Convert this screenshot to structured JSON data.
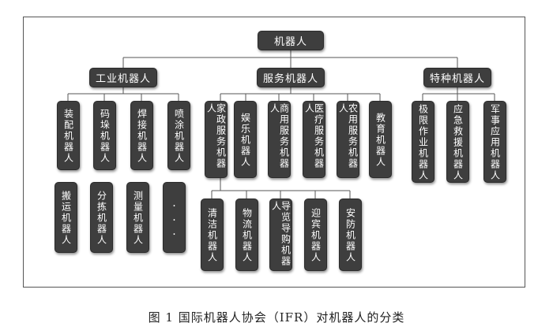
{
  "root": "机器人",
  "categories": {
    "industrial": {
      "label": "工业机器人",
      "items_row1": [
        "装配机器人",
        "码垛机器人",
        "焊接机器人",
        "喷涂机器人"
      ],
      "items_row2": [
        "搬运机器人",
        "分拣机器人",
        "测量机器人",
        "..."
      ]
    },
    "service": {
      "label": "服务机器人",
      "items_row1": [
        "家政服务机器人",
        "娱乐机器人",
        "商用服务机器人",
        "医疗服务机器人",
        "农用服务机器人",
        "教育机器人"
      ],
      "items_row2": [
        "清洁机器人",
        "物流机器人",
        "导览导购机器人",
        "迎宾机器人",
        "安防机器人"
      ]
    },
    "special": {
      "label": "特种机器人",
      "items_row1": [
        "极限作业机器人",
        "应急救援机器人",
        "军事应用机器人"
      ]
    }
  },
  "caption": "图 1   国际机器人协会（IFR）对机器人的分类"
}
